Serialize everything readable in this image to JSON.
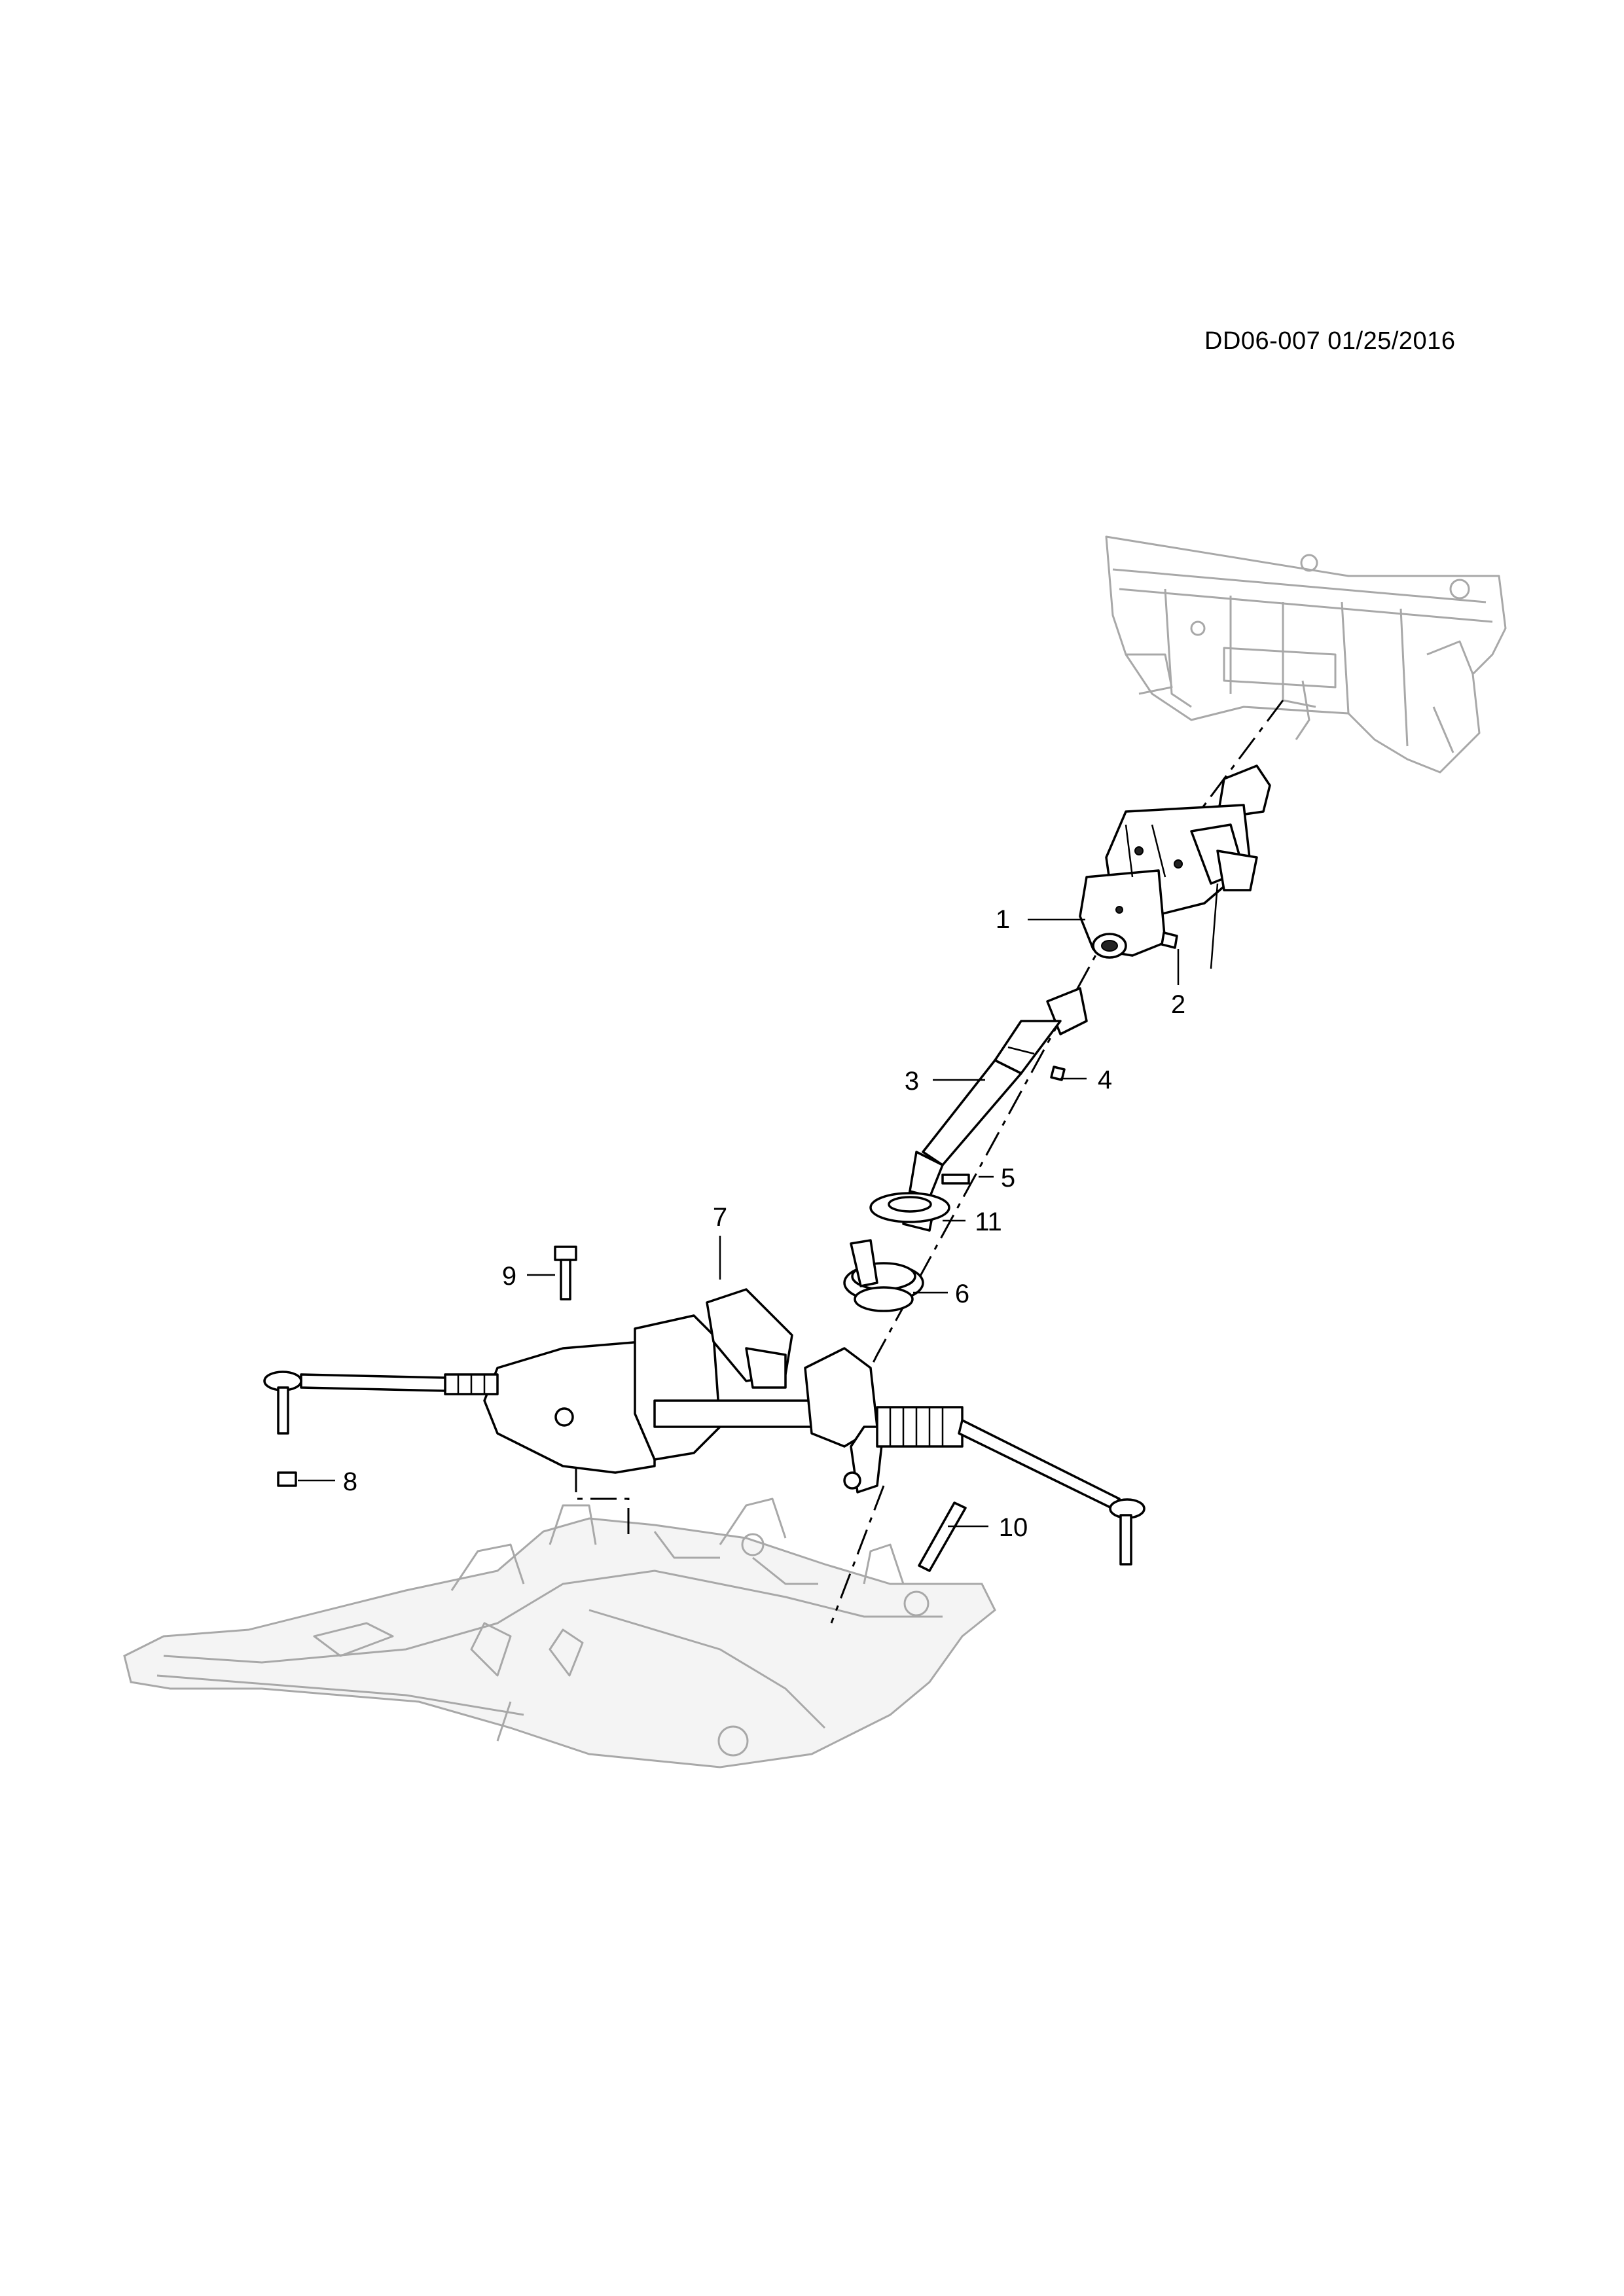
{
  "header": {
    "doc_id": "DD06-007 01/25/2016"
  },
  "callouts": [
    {
      "label": "1"
    },
    {
      "label": "2"
    },
    {
      "label": "3"
    },
    {
      "label": "4"
    },
    {
      "label": "5"
    },
    {
      "label": "11"
    },
    {
      "label": "7"
    },
    {
      "label": "6"
    },
    {
      "label": "9"
    },
    {
      "label": "8"
    },
    {
      "label": "10"
    }
  ]
}
